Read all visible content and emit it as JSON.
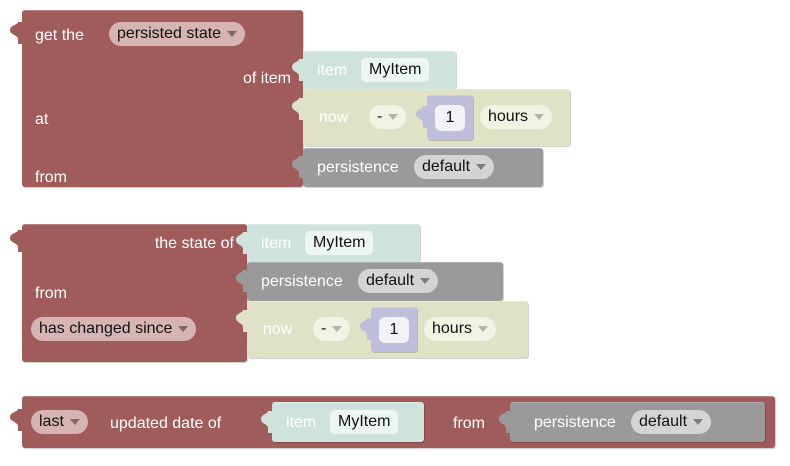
{
  "editor": {
    "name": "blockly-workspace",
    "background": "#ffffff"
  },
  "colors": {
    "persistence_red": "#a05b5b",
    "item_mint": "#cfe3dc",
    "datetime_olive": "#dfe2c4",
    "persistence_gray": "#9a9a9a",
    "math_lavender": "#bfbfdd",
    "label_text": "#ffffff",
    "field_text": "#111111"
  },
  "blocks": [
    {
      "id": "get-persisted-state-block",
      "type": "persistence-get",
      "color": "#a05b5b",
      "rows": [
        {
          "name": "row-get-the",
          "label": "get the",
          "dropdown": {
            "name": "state-type-dropdown",
            "value": "persisted state"
          }
        },
        {
          "name": "row-of-item",
          "label": "of item",
          "value_block": {
            "name": "item-block",
            "color": "#cfe3dc",
            "label": "item",
            "field": {
              "name": "item-name-field",
              "value": "MyItem"
            }
          }
        },
        {
          "name": "row-at",
          "label": "at",
          "value_block": {
            "name": "datetime-offset-block",
            "color": "#dfe2c4",
            "label": "now",
            "operator": {
              "name": "offset-operator-dropdown",
              "value": "-"
            },
            "number": {
              "name": "offset-amount-field",
              "value": "1"
            },
            "unit": {
              "name": "offset-unit-dropdown",
              "value": "hours"
            }
          }
        },
        {
          "name": "row-from",
          "label": "from",
          "value_block": {
            "name": "persistence-service-block",
            "color": "#9a9a9a",
            "label": "persistence",
            "dropdown": {
              "name": "persistence-service-dropdown",
              "value": "default"
            }
          }
        }
      ]
    },
    {
      "id": "state-changed-block",
      "type": "persistence-changed",
      "color": "#a05b5b",
      "rows": [
        {
          "name": "row-the-state-of",
          "label": "the state of",
          "value_block": {
            "name": "item-block",
            "color": "#cfe3dc",
            "label": "item",
            "field": {
              "name": "item-name-field",
              "value": "MyItem"
            }
          }
        },
        {
          "name": "row-from",
          "label": "from",
          "value_block": {
            "name": "persistence-service-block",
            "color": "#9a9a9a",
            "label": "persistence",
            "dropdown": {
              "name": "persistence-service-dropdown",
              "value": "default"
            }
          }
        },
        {
          "name": "row-has-changed-since",
          "dropdown": {
            "name": "change-condition-dropdown",
            "value": "has changed since"
          },
          "value_block": {
            "name": "datetime-offset-block",
            "color": "#dfe2c4",
            "label": "now",
            "operator": {
              "name": "offset-operator-dropdown",
              "value": "-"
            },
            "number": {
              "name": "offset-amount-field",
              "value": "1"
            },
            "unit": {
              "name": "offset-unit-dropdown",
              "value": "hours"
            }
          }
        }
      ]
    },
    {
      "id": "last-updated-date-block",
      "type": "persistence-updated-date",
      "color": "#a05b5b",
      "rows": [
        {
          "name": "row-updated-date-of",
          "dropdown": {
            "name": "last-first-dropdown",
            "value": "last"
          },
          "label": "updated date of",
          "label_after": "from",
          "value_block": {
            "name": "item-block",
            "color": "#cfe3dc",
            "label": "item",
            "field": {
              "name": "item-name-field",
              "value": "MyItem"
            }
          },
          "value_block_2": {
            "name": "persistence-service-block",
            "color": "#9a9a9a",
            "label": "persistence",
            "dropdown": {
              "name": "persistence-service-dropdown",
              "value": "default"
            }
          }
        }
      ]
    }
  ]
}
